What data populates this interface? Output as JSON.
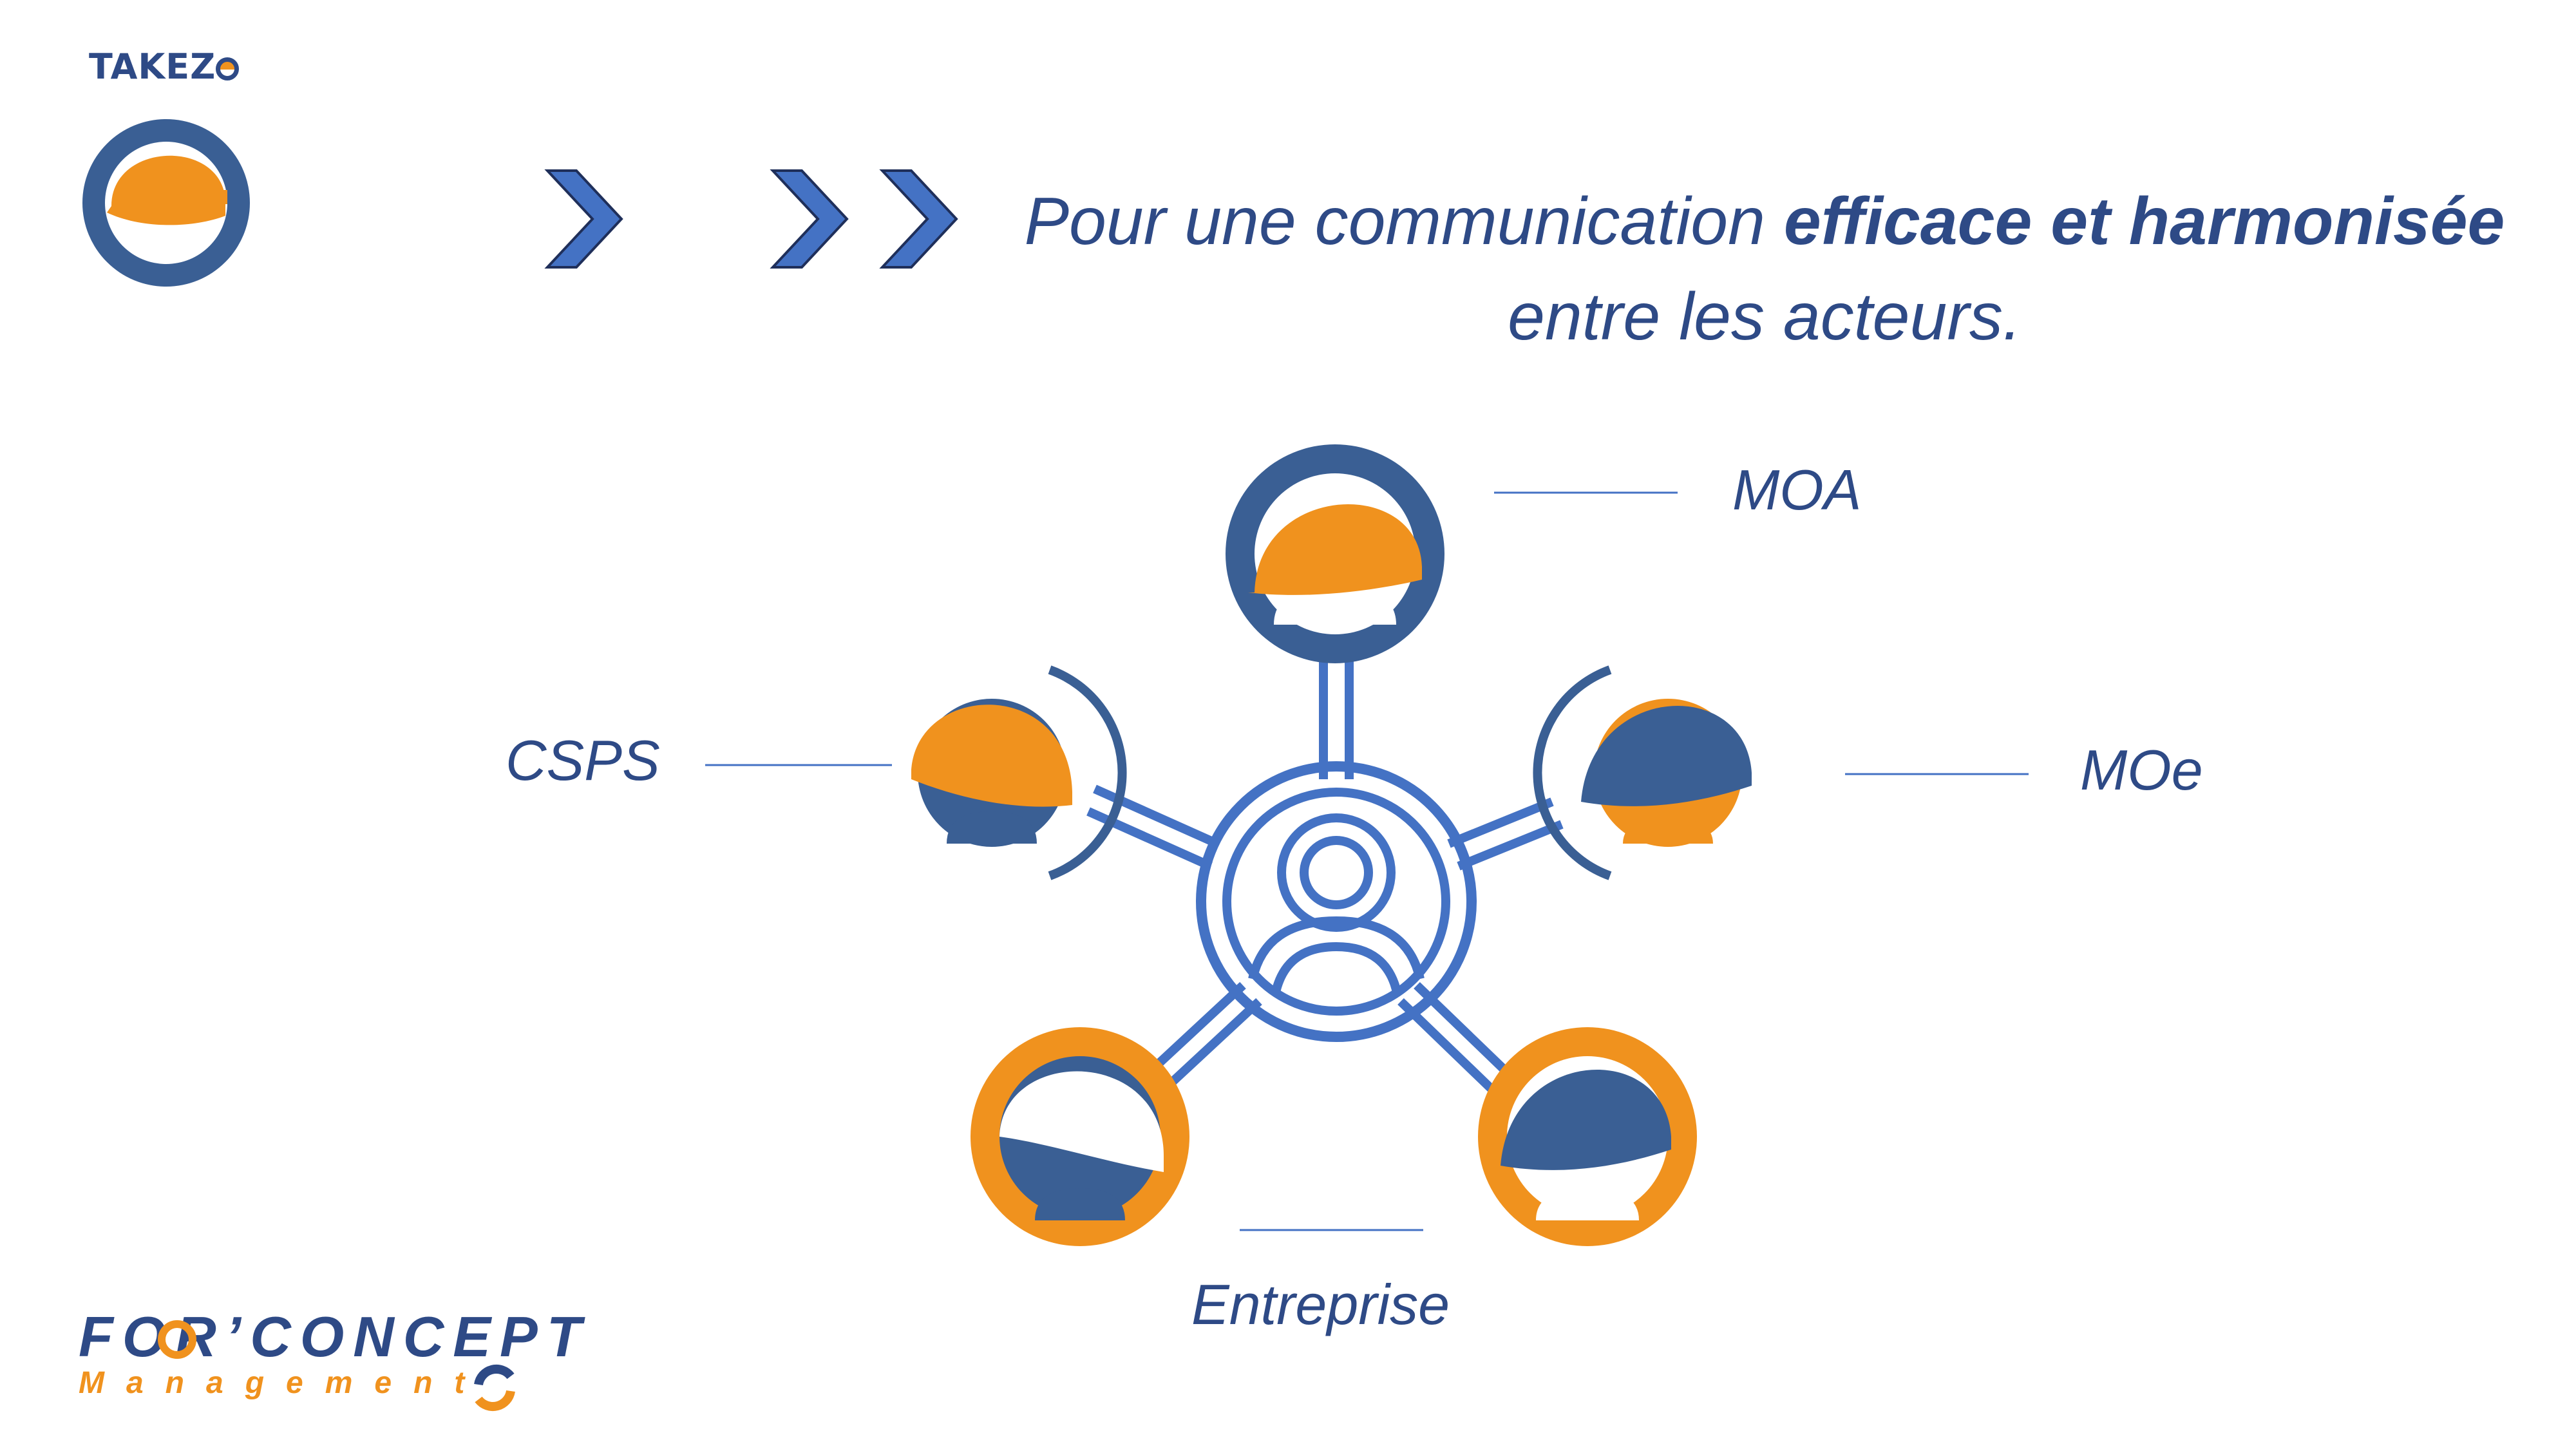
{
  "logo": {
    "brand_prefix": "TAKEZ"
  },
  "headline": {
    "part1": "Pour une communication ",
    "emphasis": "efficace et harmonisée",
    "part2": "entre les acteurs."
  },
  "actors": {
    "moa": "MOA",
    "moe": "MOe",
    "csps": "CSPS",
    "entreprise": "Entreprise"
  },
  "footer": {
    "brand_title": "FOR’CONCEPT",
    "brand_subtitle": "Management"
  },
  "colors": {
    "navy": "#2e4a86",
    "navy_dark": "#3a5f94",
    "blue": "#4472c4",
    "orange": "#f0921e"
  },
  "icons": [
    "helmet-avatar-icon",
    "chevron-right-icon",
    "person-network-icon"
  ]
}
